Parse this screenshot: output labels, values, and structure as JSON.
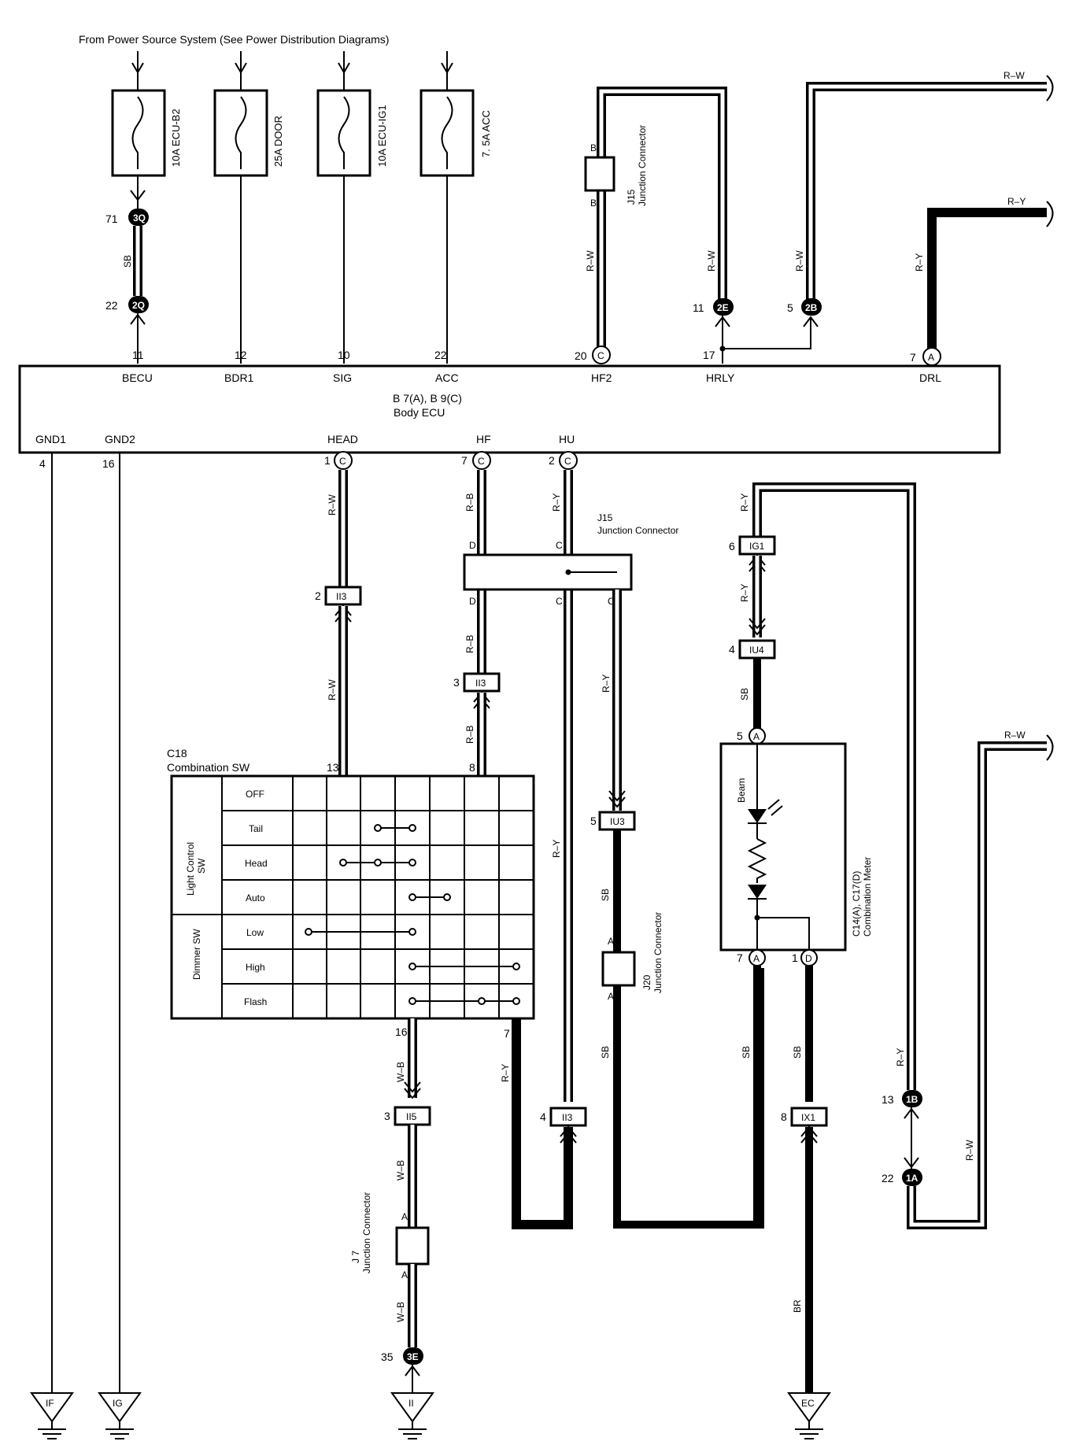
{
  "header": {
    "power_source": "From Power Source System (See Power Distribution Diagrams)"
  },
  "fuses": [
    {
      "label": "10A ECU-B2"
    },
    {
      "label": "25A DOOR"
    },
    {
      "label": "10A ECU-IG1"
    },
    {
      "label": "7. 5A ACC"
    }
  ],
  "body_ecu": {
    "name": "Body ECU",
    "part": "B 7(A), B 9(C)",
    "top_pins": [
      {
        "num": "11",
        "name": "BECU"
      },
      {
        "num": "12",
        "name": "BDR1"
      },
      {
        "num": "10",
        "name": "SIG"
      },
      {
        "num": "22",
        "name": "ACC"
      },
      {
        "num": "20",
        "name": "HF2",
        "conn": "C"
      },
      {
        "num": "17",
        "name": "HRLY"
      },
      {
        "num": "7",
        "name": "DRL",
        "conn": "A"
      }
    ],
    "bottom_pins": [
      {
        "num": "4",
        "name": "GND1"
      },
      {
        "num": "16",
        "name": "GND2"
      },
      {
        "num": "1",
        "name": "HEAD",
        "conn": "C"
      },
      {
        "num": "7",
        "name": "HF",
        "conn": "C"
      },
      {
        "num": "2",
        "name": "HU",
        "conn": "C"
      }
    ]
  },
  "connectors": {
    "c3q": {
      "num": "71",
      "id": "3Q"
    },
    "c2q": {
      "num": "22",
      "id": "2Q"
    },
    "c2e": {
      "num": "11",
      "id": "2E"
    },
    "c2b": {
      "num": "5",
      "id": "2B"
    },
    "ii3a": {
      "num": "2",
      "id": "II3"
    },
    "ii3b": {
      "num": "3",
      "id": "II3"
    },
    "ii3c": {
      "num": "4",
      "id": "II3"
    },
    "iu3": {
      "num": "5",
      "id": "IU3"
    },
    "ig1": {
      "num": "6",
      "id": "IG1"
    },
    "iu4": {
      "num": "4",
      "id": "IU4"
    },
    "ii5": {
      "num": "3",
      "id": "II5"
    },
    "ix1": {
      "num": "8",
      "id": "IX1"
    },
    "c3e": {
      "num": "35",
      "id": "3E"
    },
    "c1b": {
      "num": "13",
      "id": "1B"
    },
    "c1a": {
      "num": "22",
      "id": "1A"
    },
    "meter_a_top": {
      "num": "5",
      "id": "A"
    },
    "meter_a_bot": {
      "num": "7",
      "id": "A"
    },
    "meter_d": {
      "num": "1",
      "id": "D"
    }
  },
  "junctions": {
    "j15_top": {
      "name": "J15",
      "desc": "Junction Connector",
      "pin": "B"
    },
    "j15_mid": {
      "name": "J15",
      "desc": "Junction Connector",
      "pins": [
        "D",
        "C",
        "D",
        "C",
        "C"
      ]
    },
    "j20": {
      "name": "J20",
      "desc": "Junction Connector",
      "pin": "A"
    },
    "j7": {
      "name": "J 7",
      "desc": "Junction Connector",
      "pin": "A"
    }
  },
  "wires": {
    "sb": "SB",
    "rw": "R–W",
    "ry": "R–Y",
    "rb": "R–B",
    "wb": "W–B",
    "br": "BR"
  },
  "combo_sw": {
    "title": "C18",
    "subtitle": "Combination SW",
    "pin_13": "13",
    "pin_8": "8",
    "pin_16": "16",
    "pin_7": "7",
    "group1": "Light Control SW",
    "group2": "Dimmer SW",
    "rows": [
      "OFF",
      "Tail",
      "Head",
      "Auto",
      "Low",
      "High",
      "Flash"
    ]
  },
  "meter": {
    "name": "C14(A), C17(D)",
    "desc": "Combination Meter",
    "beam": "Beam"
  },
  "grounds": [
    "IF",
    "IG",
    "II",
    "EC"
  ]
}
